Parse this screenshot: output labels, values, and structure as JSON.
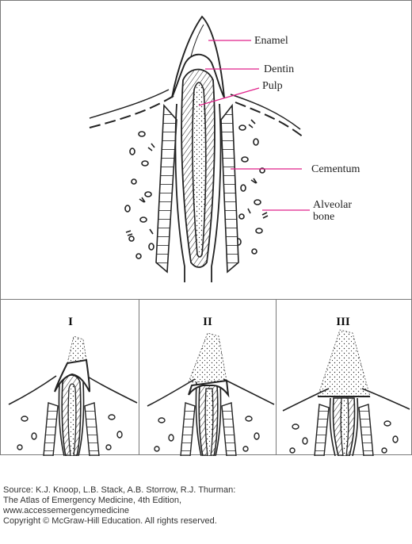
{
  "main_diagram": {
    "labels": {
      "enamel": "Enamel",
      "dentin": "Dentin",
      "pulp": "Pulp",
      "cementum": "Cementum",
      "alveolar_bone_line1": "Alveolar",
      "alveolar_bone_line2": "bone"
    },
    "leader_color": "#e0218a"
  },
  "fracture_panels": [
    {
      "label": "I"
    },
    {
      "label": "II"
    },
    {
      "label": "III"
    }
  ],
  "source": {
    "line1": "Source: K.J. Knoop, L.B. Stack, A.B. Storrow, R.J. Thurman:",
    "line2": "The Atlas of Emergency Medicine, 4th Edition,",
    "line3": "www.accessemergencymedicine",
    "line4": "Copyright © McGraw-Hill Education. All rights reserved."
  }
}
